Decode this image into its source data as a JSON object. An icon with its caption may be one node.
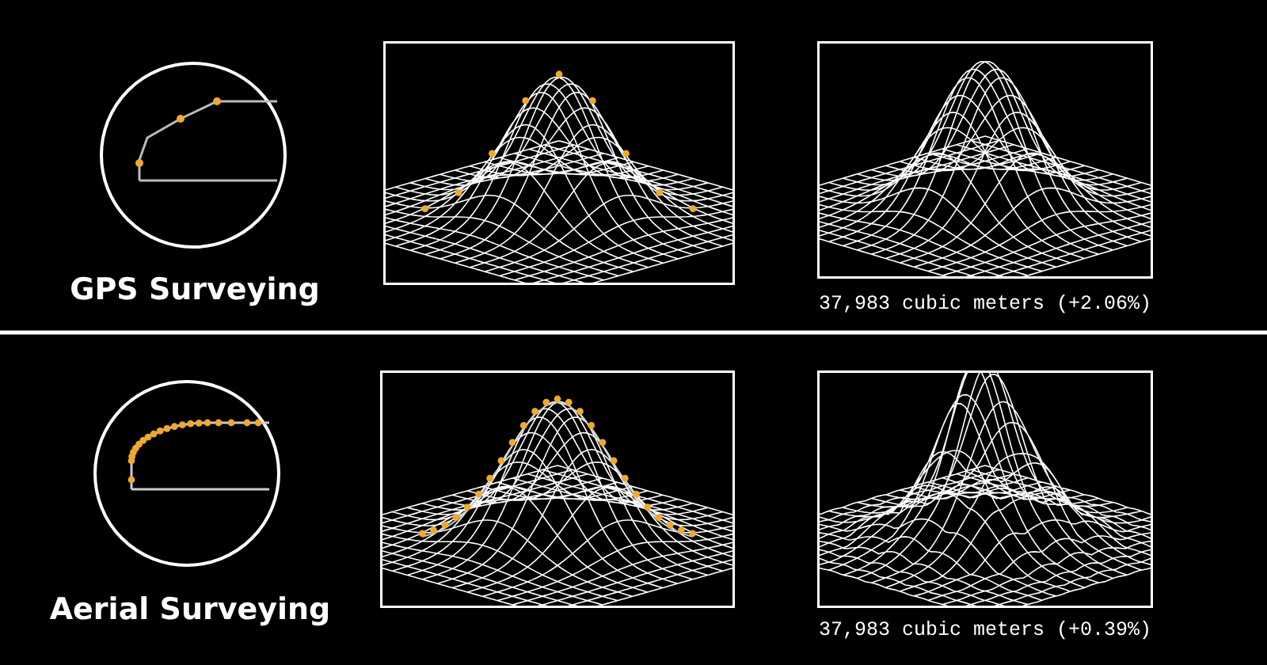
{
  "diagram": {
    "labels": [
      "GPS Surveying",
      "37,983 cubic meters (+2.06%)",
      "Aerial Surveying",
      "37,983 cubic meters (+0.39%)"
    ]
  }
}
